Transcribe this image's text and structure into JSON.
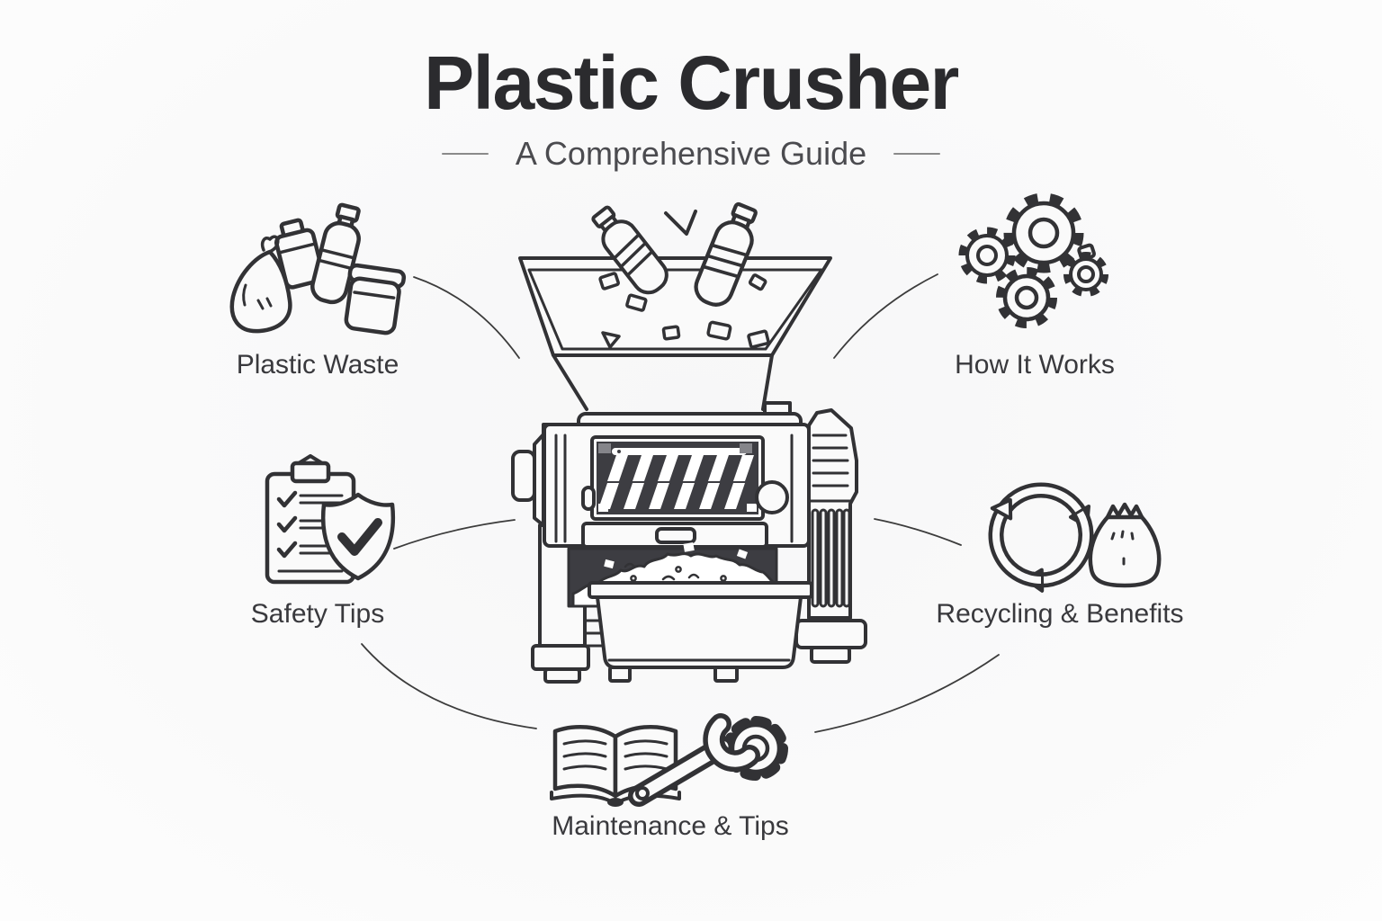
{
  "page": {
    "background": "#fafafa",
    "ink": "#323235",
    "window_dark": "#3d3d42",
    "connector_color": "#3c3c3c"
  },
  "header": {
    "title": "Plastic Crusher",
    "subtitle": "A Comprehensive Guide"
  },
  "sections": [
    {
      "id": "plastic-waste",
      "label": "Plastic Waste",
      "icon": "plastic-waste-icon",
      "position": "top-left"
    },
    {
      "id": "how-it-works",
      "label": "How It Works",
      "icon": "gears-icon",
      "position": "top-right"
    },
    {
      "id": "safety-tips",
      "label": "Safety Tips",
      "icon": "checklist-shield-icon",
      "position": "middle-left"
    },
    {
      "id": "recycling-benefits",
      "label": "Recycling & Benefits",
      "icon": "recycle-arrows-bag-icon",
      "position": "middle-right"
    },
    {
      "id": "maintenance-tips",
      "label": "Maintenance & Tips",
      "icon": "book-wrench-gear-icon",
      "position": "bottom-center"
    }
  ],
  "illustration": {
    "name": "plastic-crusher-machine",
    "elements": [
      "feed-hopper",
      "falling-bottles",
      "shredder-blade-window",
      "crushed-plastic-flakes",
      "collection-bin"
    ]
  }
}
